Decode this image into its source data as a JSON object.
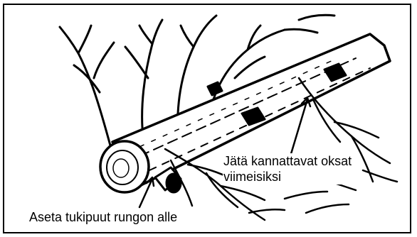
{
  "labels": {
    "keep_branches_line1": "Jätä kannattavat oksat",
    "keep_branches_line2": "viimeisiksi",
    "place_supports": "Aseta tukipuut rungon alle"
  },
  "icons": {
    "log": "felled-tree-trunk",
    "arrow": "pointer-arrow"
  },
  "colors": {
    "ink": "#000000",
    "paper": "#ffffff"
  }
}
